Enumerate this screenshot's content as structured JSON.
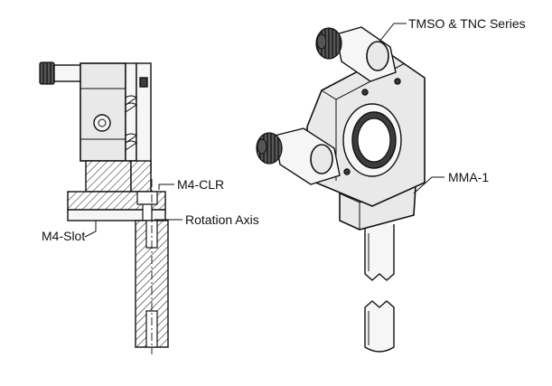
{
  "labels": {
    "tmso_tnc_series": "TMSO & TNC Series",
    "mma1": "MMA-1",
    "m4_clr": "M4-CLR",
    "rotation_axis": "Rotation Axis",
    "m4_slot": "M4-Slot"
  }
}
